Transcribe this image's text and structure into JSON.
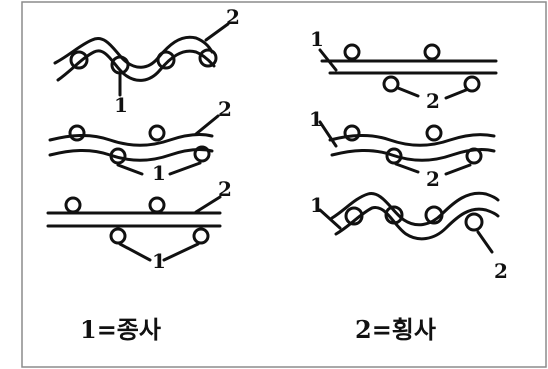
{
  "labels": {
    "warp": "1",
    "weft": "2"
  },
  "legend": {
    "left": "1=종사",
    "right": "2=횡사"
  },
  "colors": {
    "ink": "#111111",
    "frame": "#8c8c8c",
    "background": "#ffffff"
  }
}
